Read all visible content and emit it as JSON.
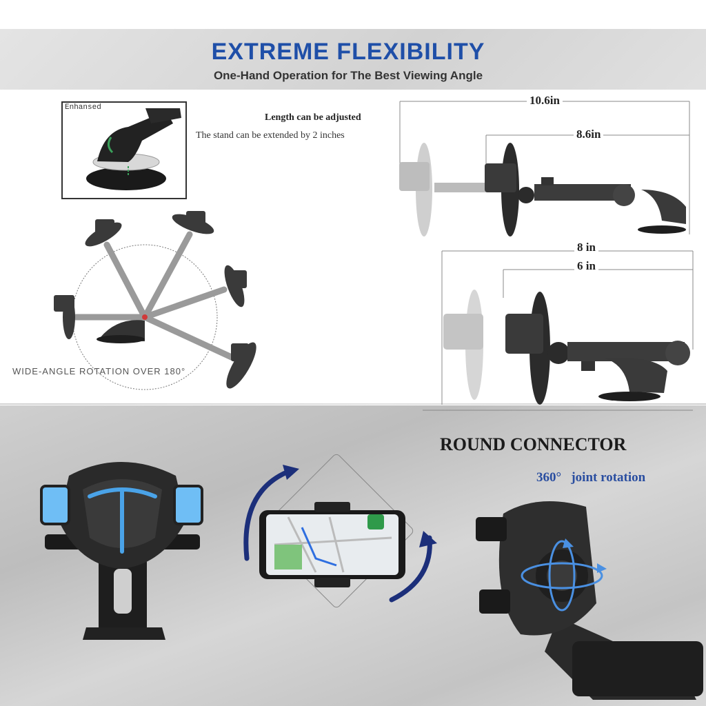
{
  "header": {
    "title": "EXTREME FLEXIBILITY",
    "subtitle": "One-Hand Operation for The Best Viewing Angle"
  },
  "inset": {
    "label": "Enhansed"
  },
  "length_section": {
    "heading": "Length can be adjusted",
    "note": "The stand can be extended by 2 inches",
    "dims_top": [
      "10.6in",
      "8.6in"
    ],
    "dims_bottom": [
      "8 in",
      "6 in"
    ]
  },
  "rotation_section": {
    "caption": "WIDE-ANGLE ROTATION OVER 180°"
  },
  "connector_section": {
    "title": "ROUND CONNECTOR",
    "subtitle": "360°   joint rotation"
  },
  "icons": [
    "suction-mount-icon",
    "phone-holder-icon",
    "rotation-arrow-icon",
    "map-phone-icon"
  ],
  "colors": {
    "title_blue": "#1f4fa8",
    "accent_blue": "#4aa3e8",
    "arrow_navy": "#1c2f7a"
  }
}
